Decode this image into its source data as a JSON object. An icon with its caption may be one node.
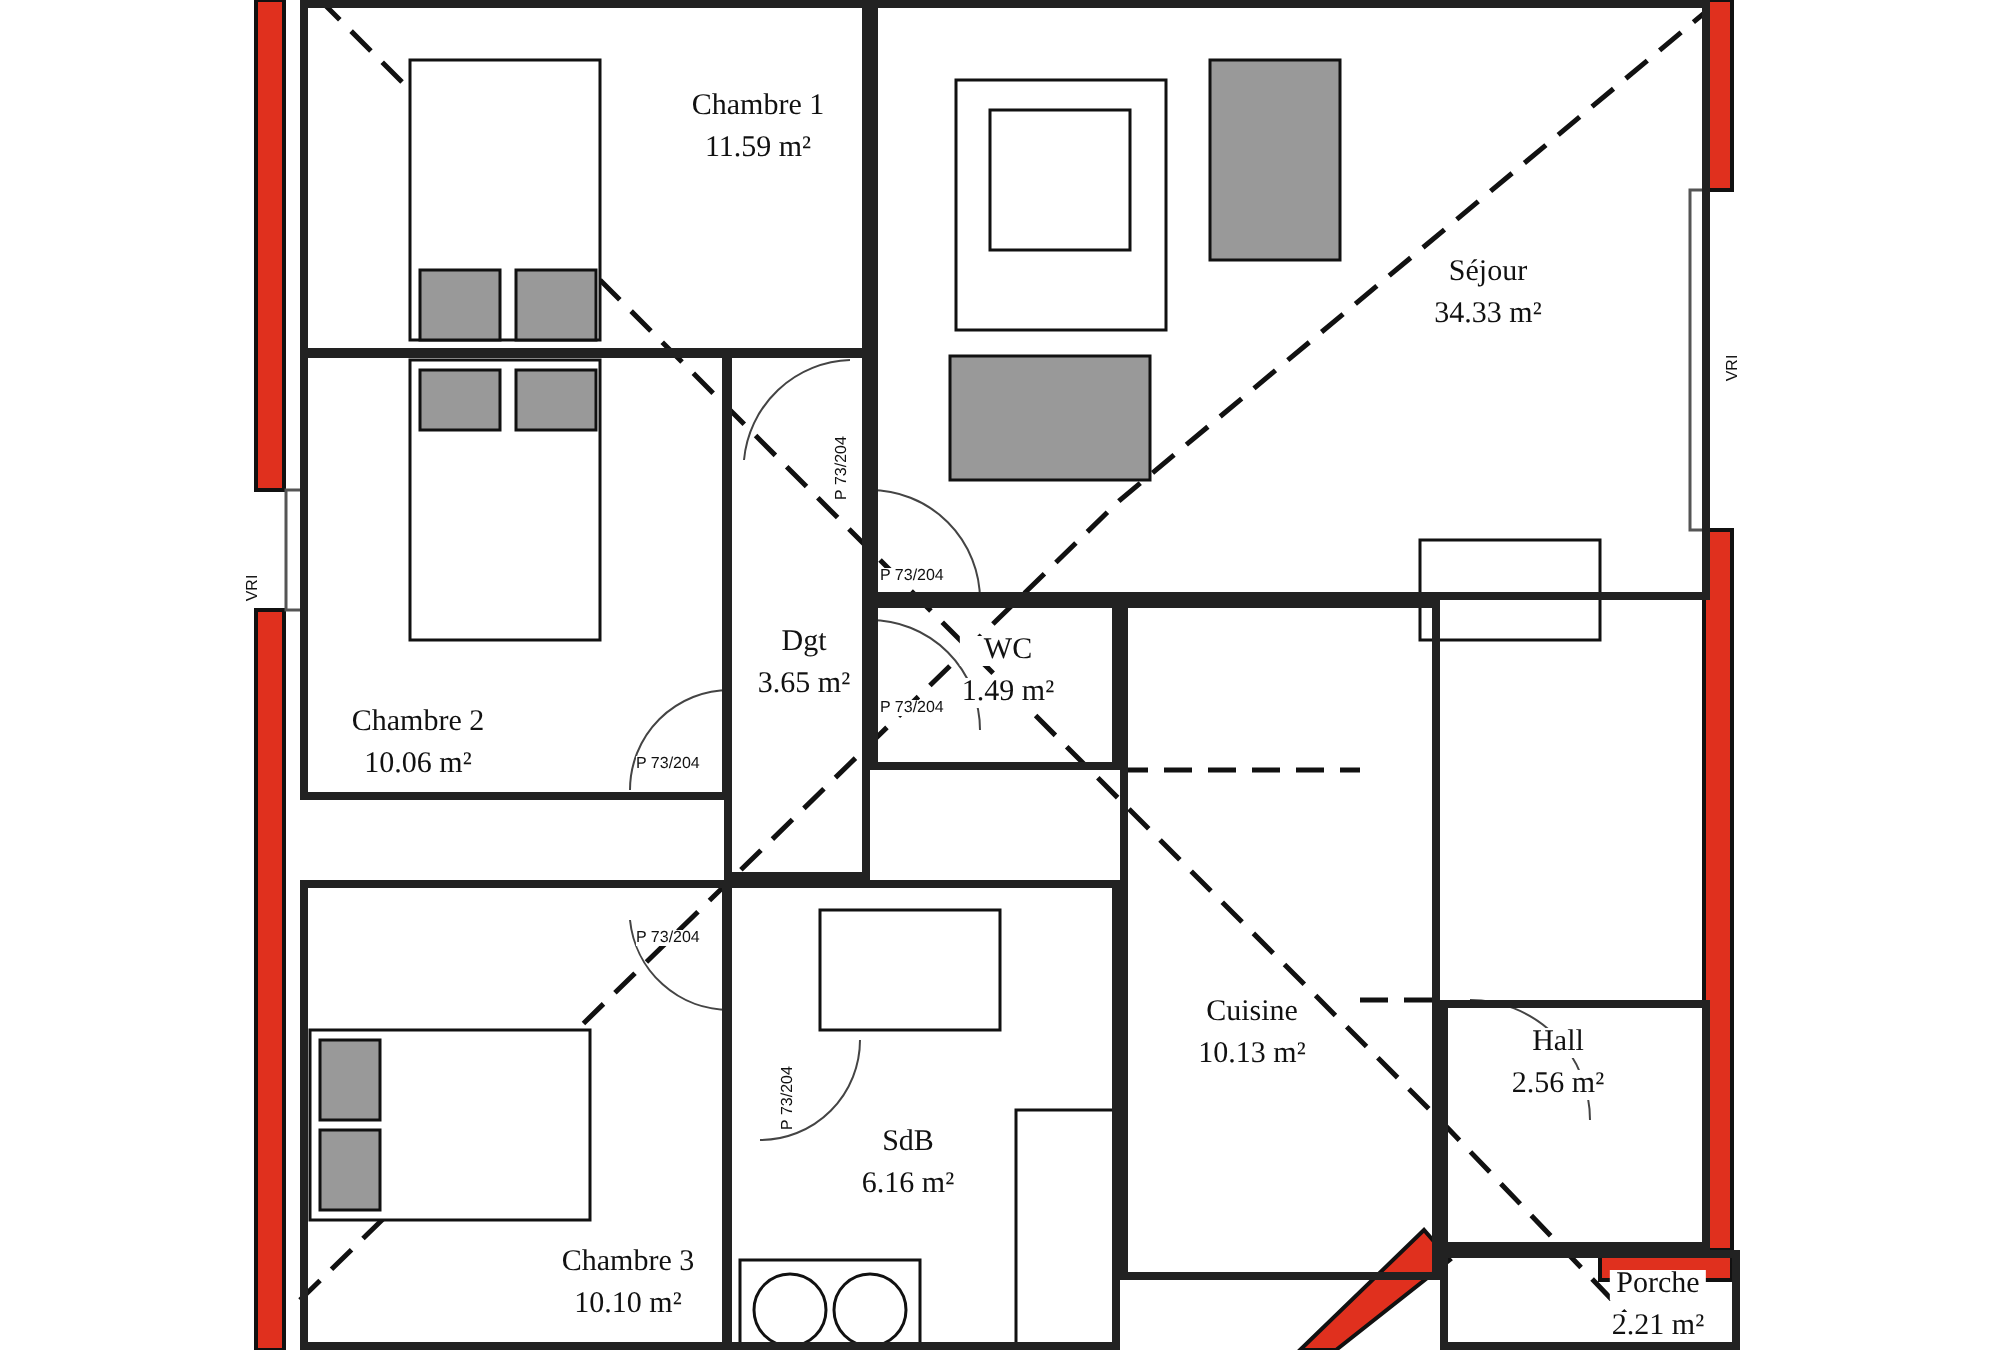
{
  "diagram": {
    "nodes": [
      {
        "text": [
          "Chambre 1",
          "11.59 m²"
        ]
      },
      {
        "text": [
          "Séjour",
          "34.33 m²"
        ]
      },
      {
        "text": [
          "Chambre 2",
          "10.06 m²"
        ]
      },
      {
        "text": [
          "Dgt",
          "3.65 m²"
        ]
      },
      {
        "text": [
          "WC",
          "1.49 m²"
        ]
      },
      {
        "text": [
          "Cuisine",
          "10.13 m²"
        ]
      },
      {
        "text": [
          "Hall",
          "2.56 m²"
        ]
      },
      {
        "text": [
          "SdB",
          "6.16 m²"
        ]
      },
      {
        "text": [
          "Chambre 3",
          "10.10 m²"
        ]
      },
      {
        "text": [
          "Porche",
          "2.21 m²"
        ]
      }
    ],
    "labels": [
      "P 73/204",
      "VRI",
      "P 73/204",
      "P 73/204",
      "VRI",
      "P 73/204",
      "P 73/204",
      "P 73/204"
    ]
  }
}
